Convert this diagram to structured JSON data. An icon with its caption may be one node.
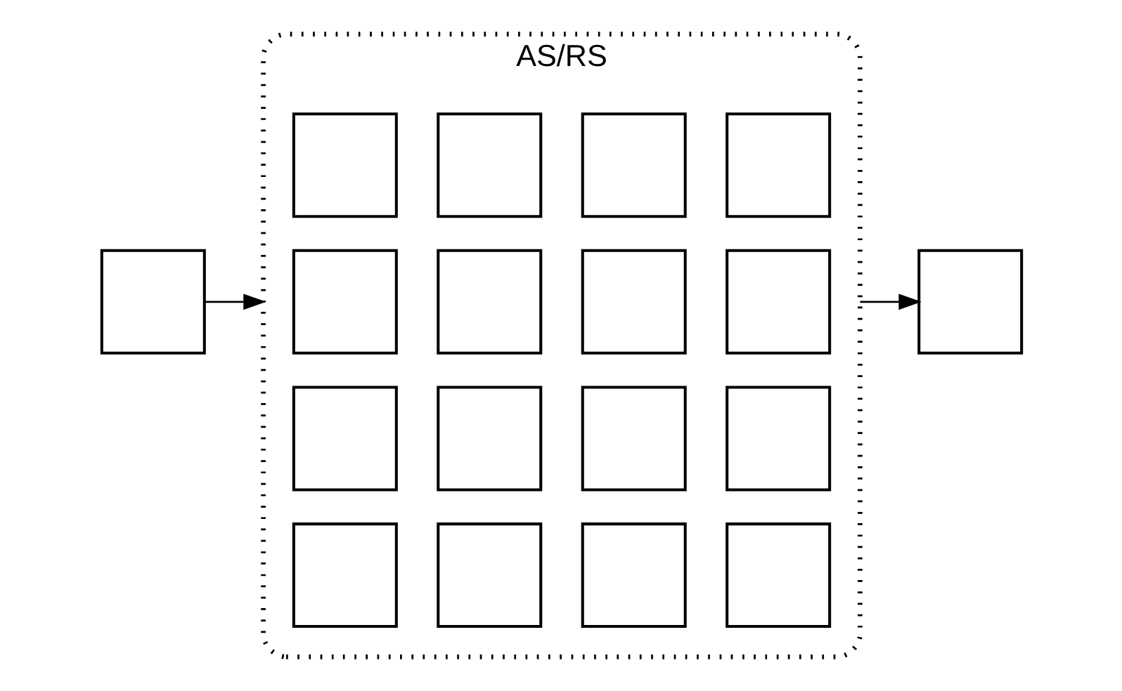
{
  "diagram": {
    "nodes": [
      {
        "text": [],
        "shape": "box"
      },
      {
        "text": [
          "AS/RS"
        ]
      },
      {
        "text": [],
        "shape": "box",
        "in": 1
      },
      {
        "text": [],
        "shape": "box",
        "in": 1
      },
      {
        "text": [],
        "shape": "box",
        "in": 1
      },
      {
        "text": [],
        "shape": "box",
        "in": 1
      },
      {
        "text": [],
        "shape": "box",
        "in": 1
      },
      {
        "text": [],
        "shape": "box",
        "in": 1
      },
      {
        "text": [],
        "shape": "box",
        "in": 1
      },
      {
        "text": [],
        "shape": "box",
        "in": 1
      },
      {
        "text": [],
        "shape": "box",
        "in": 1
      },
      {
        "text": [],
        "shape": "box",
        "in": 1
      },
      {
        "text": [],
        "shape": "box",
        "in": 1
      },
      {
        "text": [],
        "shape": "box",
        "in": 1
      },
      {
        "text": [],
        "shape": "box",
        "in": 1
      },
      {
        "text": [],
        "shape": "box",
        "in": 1
      },
      {
        "text": [],
        "shape": "box",
        "in": 1
      },
      {
        "text": [],
        "shape": "box",
        "in": 1
      },
      {
        "text": [],
        "shape": "box"
      }
    ],
    "edges": [
      {
        "from": 0,
        "to": 1,
        "arrow": "to"
      },
      {
        "from": 1,
        "to": 18,
        "arrow": "to"
      }
    ]
  }
}
